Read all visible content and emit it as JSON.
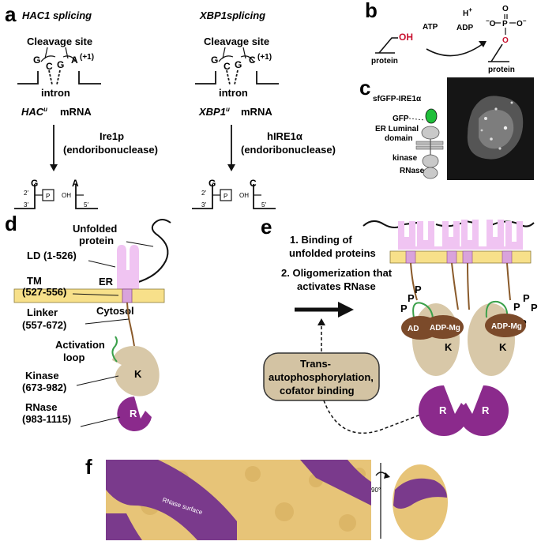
{
  "panel_a": {
    "label": "a",
    "left_title": "HAC1 splicing",
    "right_title": "XBP1splicing",
    "cleavage": "Cleavage site",
    "intron": "intron",
    "left_mrna": "HAC",
    "left_mrna_sup": "u",
    "right_mrna": "XBP1",
    "right_mrna_sup": "u",
    "mrna_word": "mRNA",
    "left_enzyme": "Ire1p",
    "right_enzyme": "hIRE1α",
    "endo": "(endoribonuclease)",
    "nt_g": "G",
    "nt_c": "C",
    "nt_a": "A",
    "plus1": "(+1)",
    "p": "P",
    "oh": "OH",
    "two_prime": "2′",
    "three_prime": "3′",
    "five_prime": "5′"
  },
  "panel_b": {
    "label": "b",
    "oh": "OH",
    "atp": "ATP",
    "adp": "ADP",
    "h": "H",
    "h_sup": "+",
    "protein": "protein",
    "o_minus": "O",
    "p": "P",
    "o": "O"
  },
  "panel_c": {
    "label": "c",
    "sfgfp": "sfGFP-IRE1α",
    "gfp": "GFP",
    "er_luminal": "ER Luminal",
    "domain": "domain",
    "kinase": "kinase",
    "rnase": "RNase"
  },
  "panel_d": {
    "label": "d",
    "unfolded1": "Unfolded",
    "unfolded2": "protein",
    "ld": "LD (1-526)",
    "tm": "TM",
    "tm_range": "(527-556)",
    "er": "ER",
    "cytosol": "Cytosol",
    "linker": "Linker",
    "linker_range": "(557-672)",
    "activation1": "Activation",
    "activation2": "loop",
    "kinase": "Kinase",
    "kinase_range": "(673-982)",
    "rnase": "RNase",
    "rnase_range": "(983-1115)",
    "k": "K",
    "r": "R"
  },
  "panel_e": {
    "label": "e",
    "step1a": "1. Binding of",
    "step1b": "unfolded proteins",
    "step2a": "2. Oligomerization that",
    "step2b": "activates RNase",
    "box1": "Trans-",
    "box2": "autophosphorylation,",
    "box3": "cofator binding",
    "ad": "AD",
    "adp_mg": "ADP-Mg",
    "k": "K",
    "r": "R",
    "p": "P"
  },
  "panel_f": {
    "label": "f",
    "rnase_surface": "RNase surface",
    "rotation": "90°"
  },
  "colors": {
    "lipid": "#f7e08a",
    "luminal": "#f0c4f2",
    "kinase": "#d8c8a8",
    "rnase": "#8b2a8c",
    "adp": "#7b4a2a",
    "loop": "#3aa04a",
    "linker": "#8a5a2a",
    "gfp": "#1fbf3a",
    "sand": "#e7c478",
    "purple_surface": "#7a3a8c",
    "box": "#d3c3a3"
  }
}
